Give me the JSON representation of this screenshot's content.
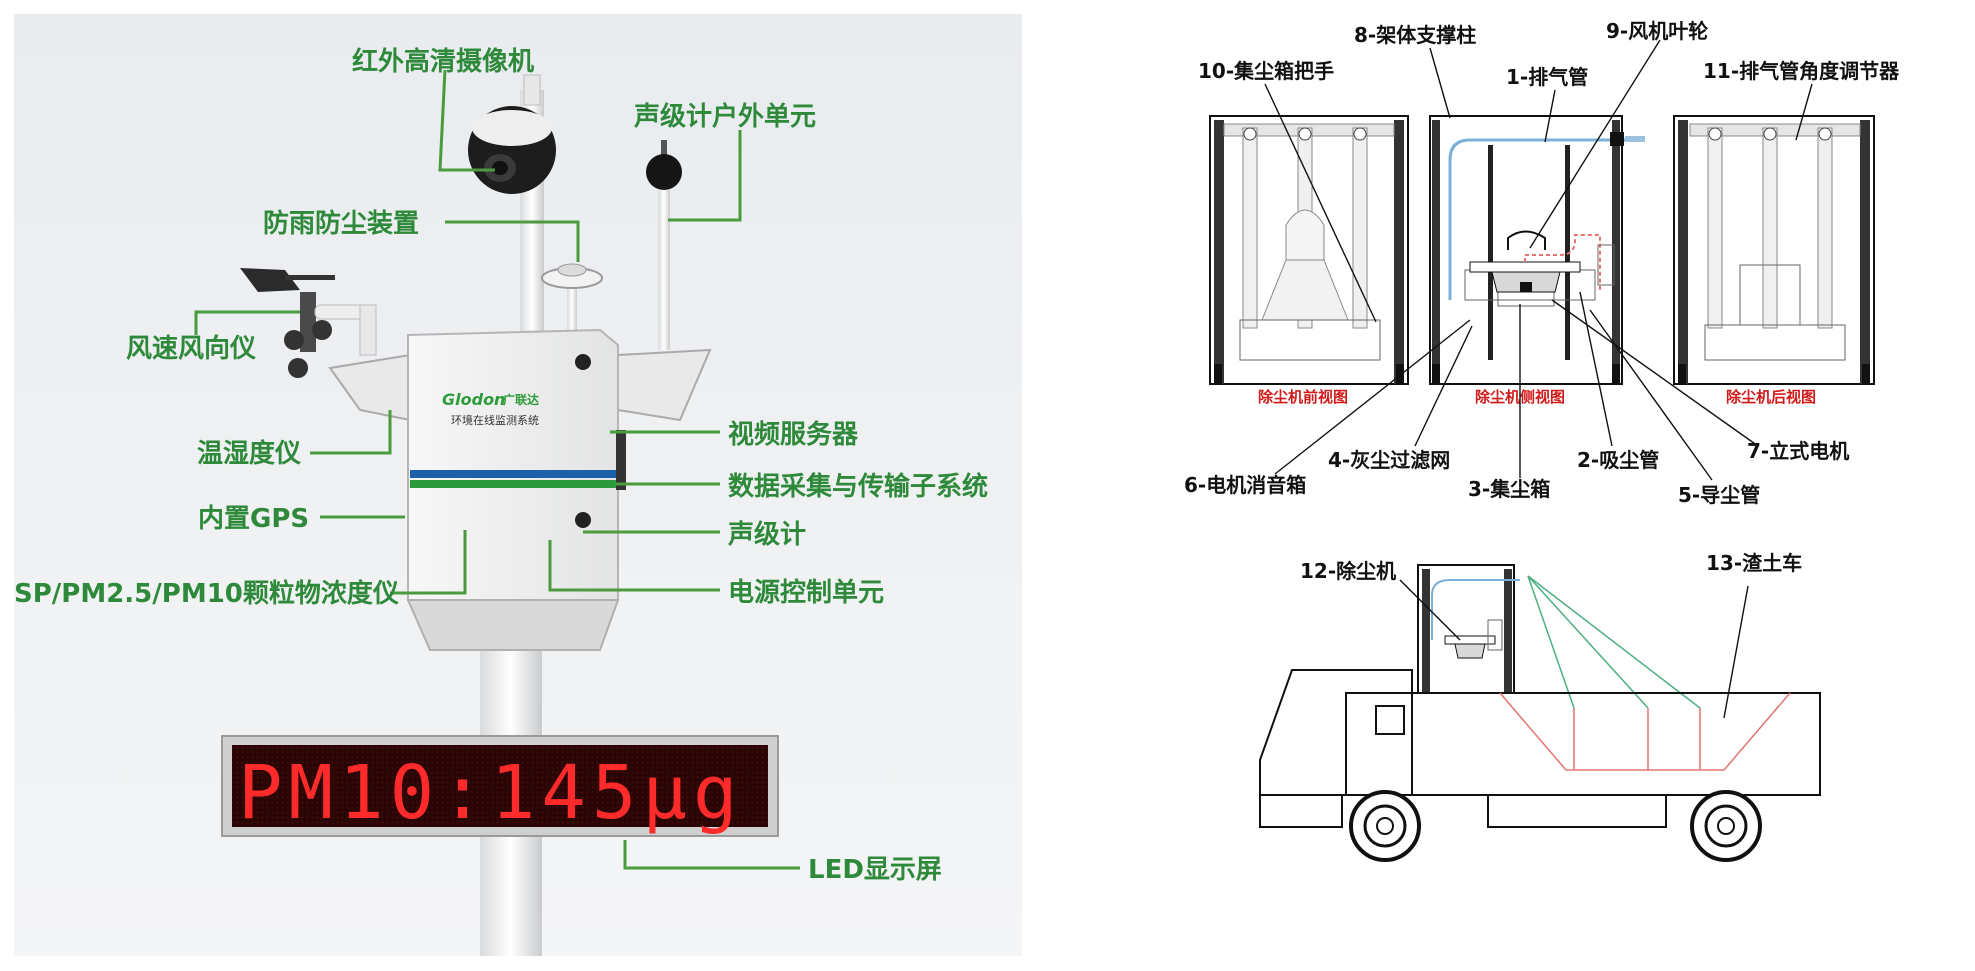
{
  "left_panel": {
    "labels": {
      "camera": "红外高清摄像机",
      "sound_outdoor_unit": "声级计户外单元",
      "rain_dust_protection": "防雨防尘装置",
      "wind_sensor": "风速风向仪",
      "video_server": "视频服务器",
      "temp_humidity": "温湿度仪",
      "data_acquisition": "数据采集与传输子系统",
      "gps": "内置GPS",
      "sound_meter": "声级计",
      "pm_meter": "SP/PM2.5/PM10颗粒物浓度仪",
      "power_unit": "电源控制单元",
      "led_display": "LED显示屏"
    },
    "cabinet": {
      "brand": "Glodon",
      "brand_cn": "广联达",
      "system_name": "环境在线监测系统"
    },
    "led_text": "PM10:145μg"
  },
  "right_panel": {
    "labels": {
      "frame_column": "8-架体支撑柱",
      "fan_impeller": "9-风机叶轮",
      "dust_box_handle": "10-集尘箱把手",
      "exhaust_pipe": "1-排气管",
      "exhaust_angle": "11-排气管角度调节器",
      "front_view": "除尘机前视图",
      "side_view": "除尘机侧视图",
      "rear_view": "除尘机后视图",
      "dust_filter": "4-灰尘过滤网",
      "suction_pipe": "2-吸尘管",
      "vertical_motor": "7-立式电机",
      "motor_muffler": "6-电机消音箱",
      "dust_box": "3-集尘箱",
      "dust_guide": "5-导尘管",
      "dust_collector": "12-除尘机",
      "dump_truck": "13-渣土车"
    }
  },
  "colors": {
    "label_green": "#2e8a3a",
    "led_red": "#ff2a2a",
    "caption_red": "#d11a1a",
    "cabinet_blue": "#1d5fa8"
  }
}
